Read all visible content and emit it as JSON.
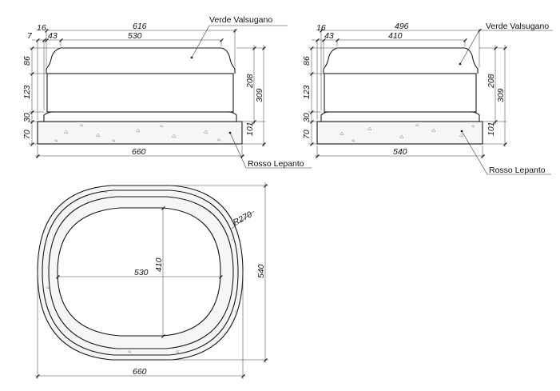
{
  "left_elevation": {
    "top_dims": [
      "7",
      "16",
      "43",
      "530",
      "616"
    ],
    "side_dims_left": [
      "86",
      "123",
      "30",
      "70"
    ],
    "side_dims_right": [
      "208",
      "309",
      "101"
    ],
    "bottom_dim": "660"
  },
  "right_elevation": {
    "top_dims": [
      "16",
      "43",
      "410",
      "496"
    ],
    "side_dims_left": [
      "86",
      "123",
      "30",
      "70"
    ],
    "side_dims_right": [
      "208",
      "309",
      "101"
    ],
    "bottom_dim": "540"
  },
  "plan": {
    "dim_width": "660",
    "dim_height": "540",
    "dim_inner_w": "530",
    "dim_inner_h": "410",
    "radius_label": "R270"
  },
  "materials": {
    "upper": "Verde Valsugano",
    "base": "Rosso Lepanto"
  }
}
